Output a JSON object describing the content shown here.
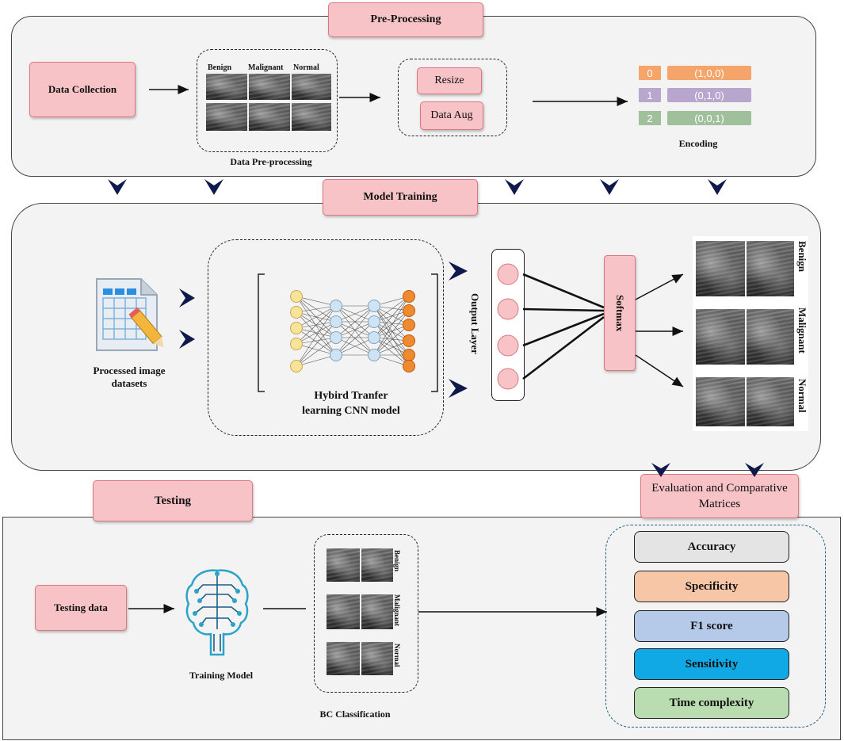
{
  "preprocessing": {
    "title": "Pre-Processing",
    "data_collection": "Data Collection",
    "sample_labels": [
      "Benign",
      "Malignant",
      "Normal"
    ],
    "data_preprocessing_label": "Data Pre-processing",
    "resize": "Resize",
    "data_aug": "Data Aug",
    "encoding_label": "Encoding",
    "encoding": [
      {
        "index": "0",
        "value": "(1,0,0)",
        "color": "#f6a56a"
      },
      {
        "index": "1",
        "value": "(0,1,0)",
        "color": "#b8a6cf"
      },
      {
        "index": "2",
        "value": "(0,0,1)",
        "color": "#9fc09a"
      }
    ]
  },
  "model_training": {
    "title": "Model Training",
    "dataset_label": "Processed image datasets",
    "cnn_label": "Hybird Tranfer learning CNN model",
    "output_layer": "Output Layer",
    "softmax": "Softmax",
    "classes": [
      "Benign",
      "Malignant",
      "Normal"
    ]
  },
  "testing": {
    "title": "Testing",
    "testing_data": "Testing data",
    "training_model": "Training Model",
    "bc_classification": "BC Classification",
    "classes": [
      "Benign",
      "Malignant",
      "Normal"
    ]
  },
  "evaluation": {
    "title": "Evaluation and Comparative Matrices",
    "metrics": [
      {
        "label": "Accuracy",
        "color": "#e4e4e4"
      },
      {
        "label": "Specificity",
        "color": "#f7c6a6"
      },
      {
        "label": "F1 score",
        "color": "#b5c9e8"
      },
      {
        "label": "Sensitivity",
        "color": "#10a9e6"
      },
      {
        "label": "Time complexity",
        "color": "#b9ddb0"
      }
    ]
  }
}
